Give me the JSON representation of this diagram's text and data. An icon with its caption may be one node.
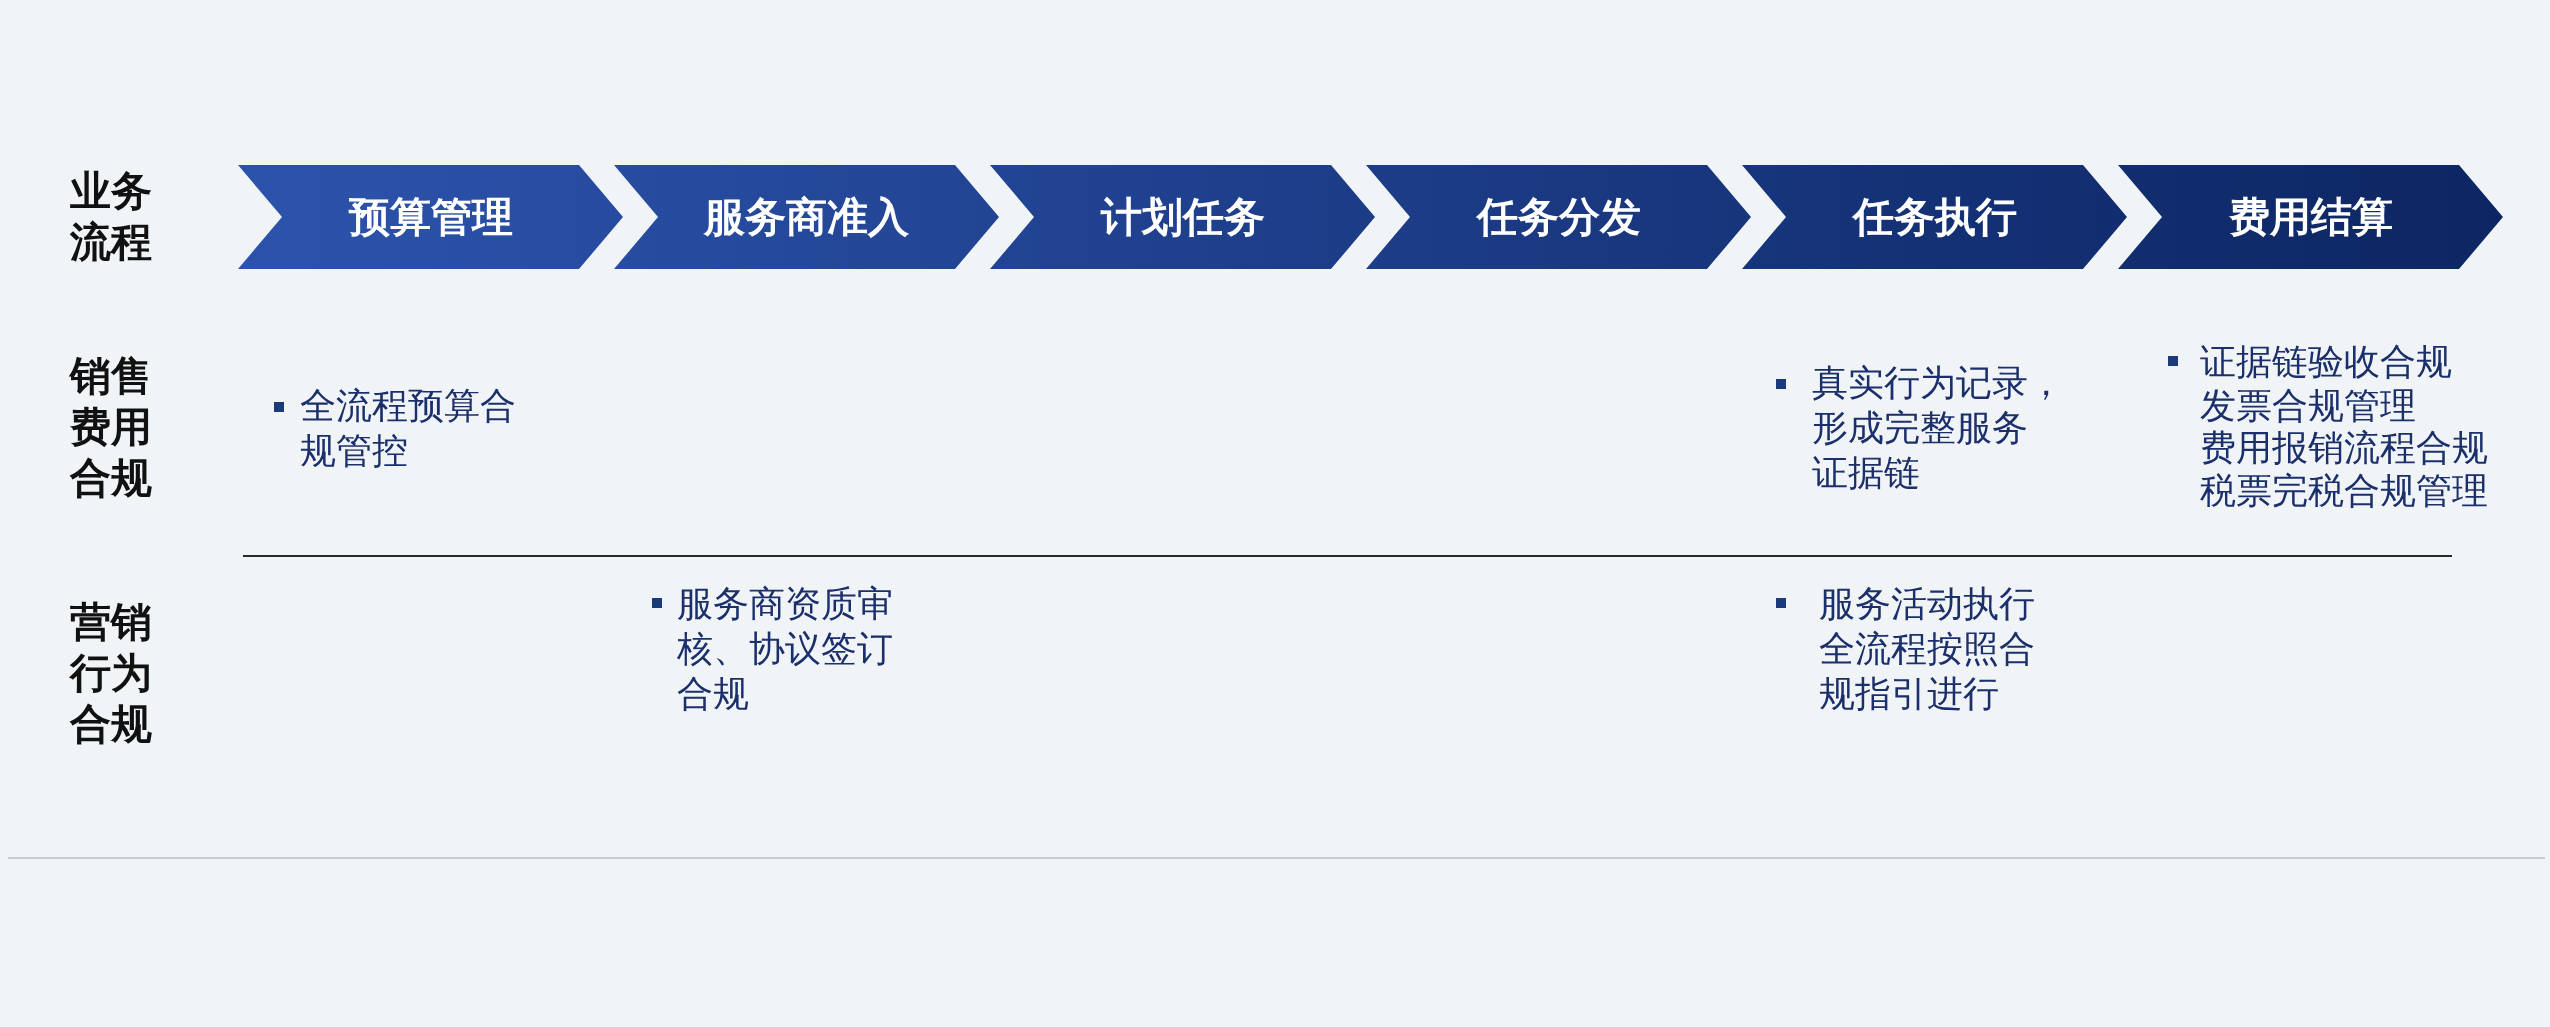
{
  "diagram": {
    "nodes": [
      {
        "text": [
          "预算管理"
        ]
      },
      {
        "text": [
          "服务商准入"
        ]
      },
      {
        "text": [
          "计划任务"
        ]
      },
      {
        "text": [
          "任务分发"
        ]
      },
      {
        "text": [
          "任务执行"
        ]
      },
      {
        "text": [
          "费用结算"
        ]
      }
    ],
    "labels": [
      "业务流程",
      "销售费用合规",
      "全流程预算合规管控",
      "真实行为记录，形成完整服务证据链",
      "证据链验收合规",
      "发票合规管理",
      "费用报销流程合规",
      "税票完税合规管理",
      "营销行为合规",
      "服务商资质审核、协议签订合规",
      "服务活动执行全流程按照合规指引进行"
    ]
  }
}
